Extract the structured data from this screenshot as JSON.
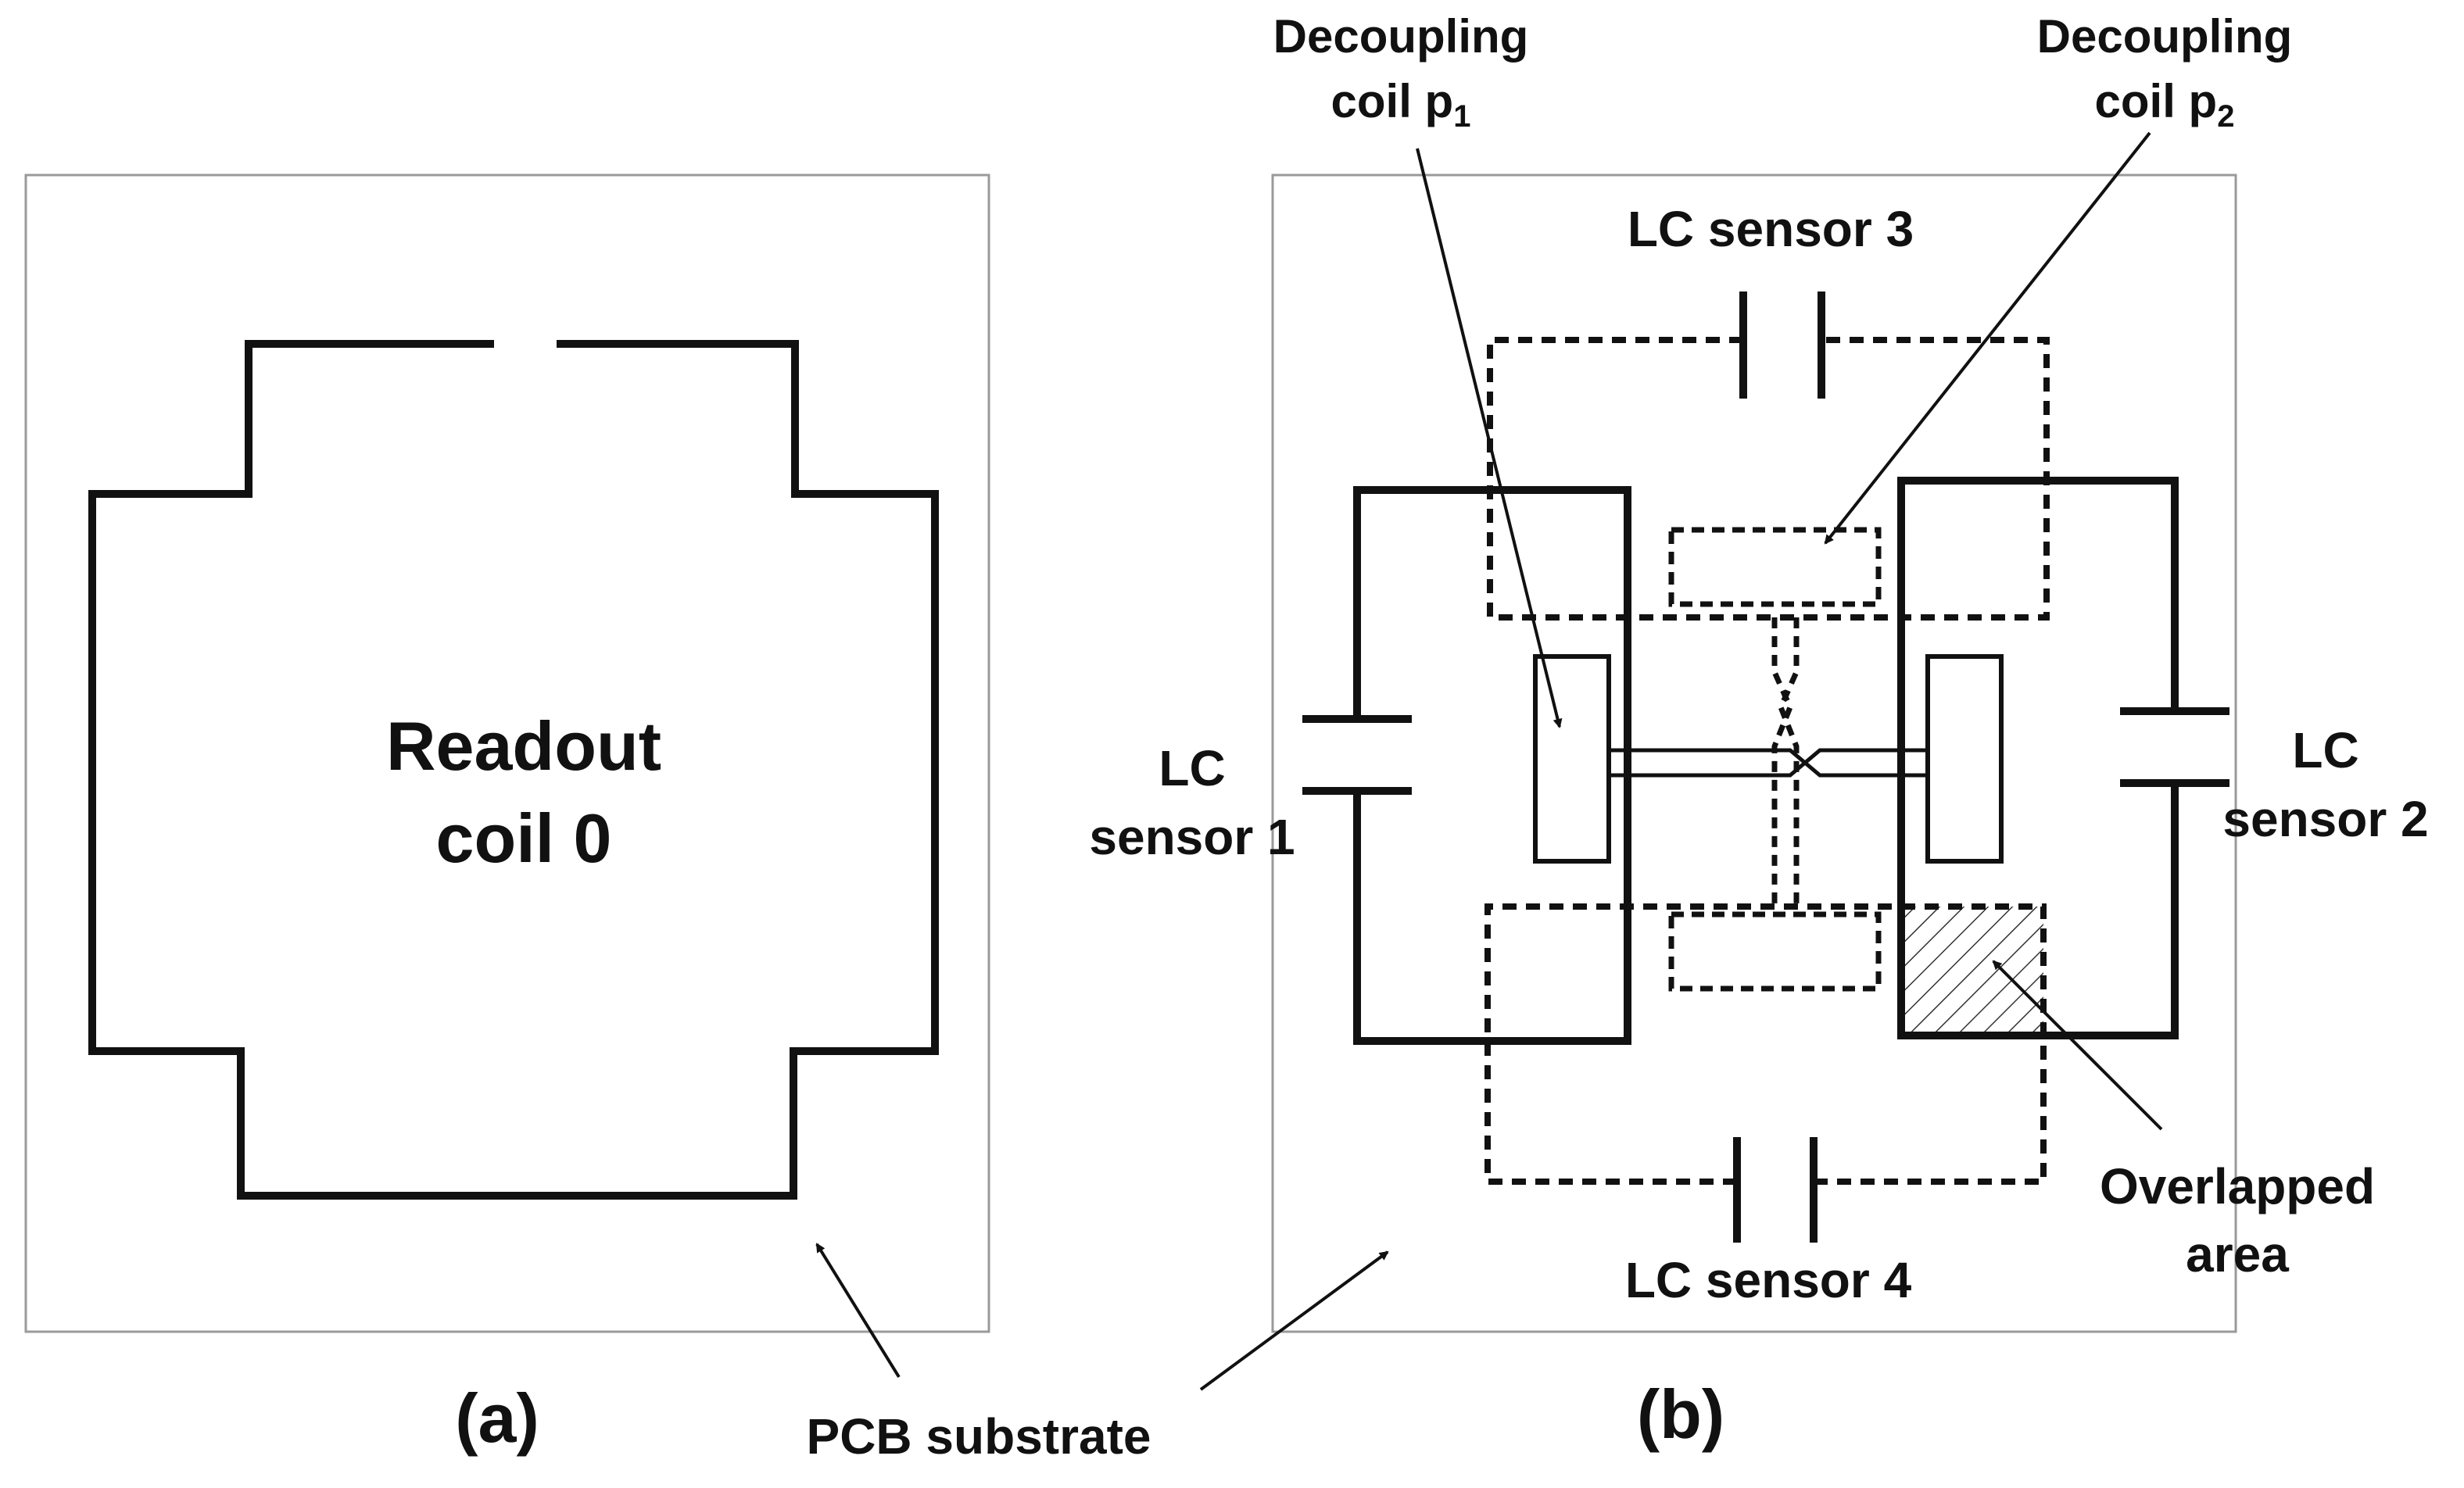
{
  "panel_a": {
    "tag": "(a)",
    "coil_label_line1": "Readout",
    "coil_label_line2": "coil 0"
  },
  "panel_b": {
    "tag": "(b)",
    "decoupling_p1_line1": "Decoupling",
    "decoupling_p1_line2": "coil p",
    "decoupling_p1_sub": "1",
    "decoupling_p2_line1": "Decoupling",
    "decoupling_p2_line2": "coil p",
    "decoupling_p2_sub": "2",
    "sensor3": "LC sensor 3",
    "sensor4": "LC sensor 4",
    "sensor1_line1": "LC",
    "sensor1_line2": "sensor 1",
    "sensor2_line1": "LC",
    "sensor2_line2": "sensor 2",
    "overlap_line1": "Overlapped",
    "overlap_line2": "area"
  },
  "substrate_label": "PCB substrate"
}
